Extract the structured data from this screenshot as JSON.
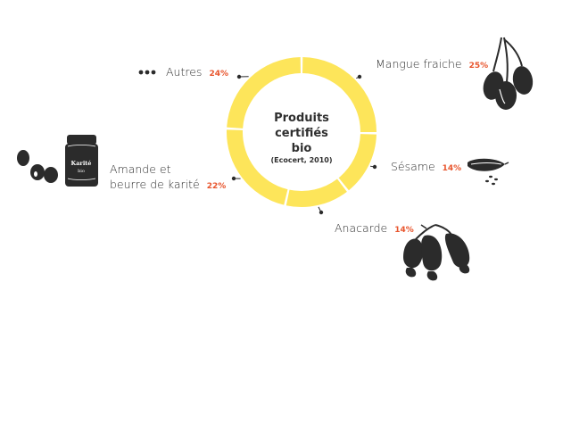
{
  "chart_data": {
    "type": "pie",
    "title": [
      "Produits",
      "certifiés",
      "bio"
    ],
    "subtitle": "(Ecocert, 2010)",
    "categories": [
      "Mangue fraiche",
      "Sésame",
      "Anacarde",
      "Amande et beurre de karité",
      "Autres"
    ],
    "label_lines": [
      [
        "Mangue fraiche"
      ],
      [
        "Sésame"
      ],
      [
        "Anacarde"
      ],
      [
        "Amande et",
        "beurre de karité"
      ],
      [
        "Autres"
      ]
    ],
    "values": [
      25,
      14,
      14,
      22,
      24
    ],
    "percent_labels": [
      "25%",
      "14%",
      "14%",
      "22%",
      "24%"
    ],
    "unit": "%",
    "legend": "none",
    "grid": false
  },
  "colors": {
    "ring": "#fde55a",
    "text": "#2f2f2f",
    "accent": "#e8552d",
    "icon": "#2b2b2b",
    "background": "#ffffff"
  },
  "icons": [
    "mango-icon",
    "sesame-icon",
    "cashew-icon",
    "shea-nut-icon",
    "shea-jar-icon",
    "ellipsis-icon"
  ],
  "jar_label": [
    "Karité",
    "bio"
  ]
}
